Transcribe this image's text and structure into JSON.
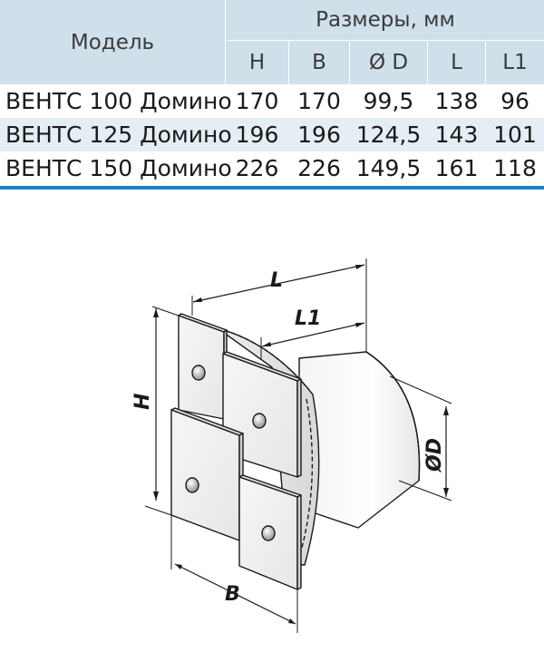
{
  "table": {
    "model_header": "Модель",
    "sizes_header": "Размеры, мм",
    "columns": [
      "H",
      "B",
      "Ø D",
      "L",
      "L1"
    ],
    "rows": [
      {
        "model": "ВЕНТС 100 Домино",
        "values": [
          "170",
          "170",
          "99,5",
          "138",
          "96"
        ]
      },
      {
        "model": "ВЕНТС 125 Домино",
        "values": [
          "196",
          "196",
          "124,5",
          "143",
          "101"
        ]
      },
      {
        "model": "ВЕНТС 150 Домино",
        "values": [
          "226",
          "226",
          "149,5",
          "161",
          "118"
        ]
      }
    ]
  },
  "drawing": {
    "label_L": "L",
    "label_L1": "L1",
    "label_H": "H",
    "label_B": "B",
    "label_D": "ØD"
  },
  "colors": {
    "header_bg": "#cfe0ea",
    "alt_row_bg": "#e4eef4",
    "accent_rule": "#1d7fc4"
  }
}
